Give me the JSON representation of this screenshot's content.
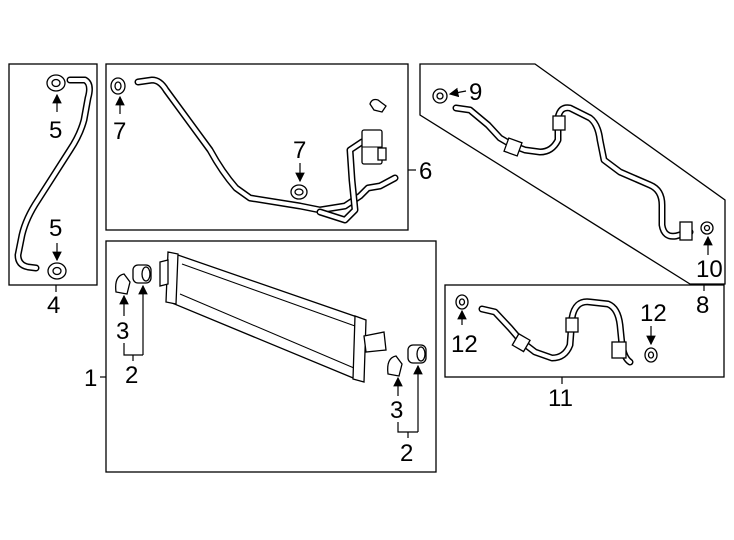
{
  "callouts": {
    "c1": "1",
    "c2a": "2",
    "c2b": "2",
    "c3a": "3",
    "c3b": "3",
    "c4": "4",
    "c5a": "5",
    "c5b": "5",
    "c6": "6",
    "c7a": "7",
    "c7b": "7",
    "c8": "8",
    "c9": "9",
    "c10": "10",
    "c11": "11",
    "c12a": "12",
    "c12b": "12"
  }
}
